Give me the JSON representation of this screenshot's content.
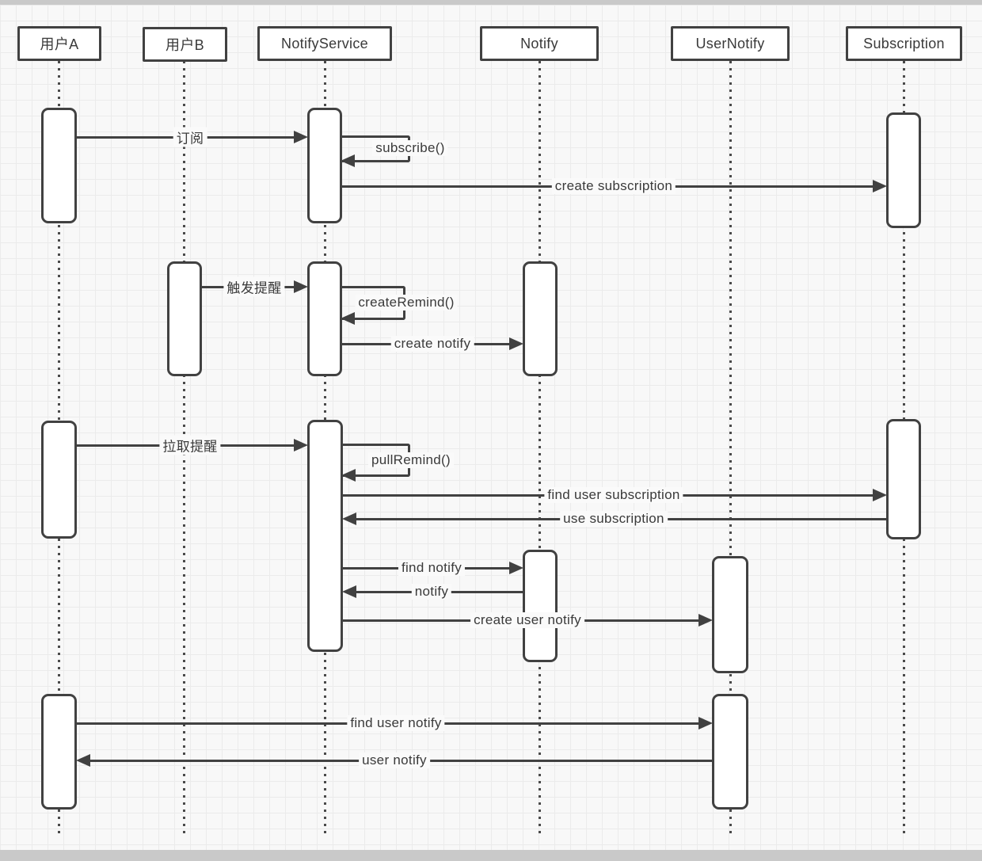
{
  "diagram": {
    "type": "uml-sequence",
    "participants": [
      {
        "id": "user-a",
        "label": "用户A"
      },
      {
        "id": "user-b",
        "label": "用户B"
      },
      {
        "id": "notify-service",
        "label": "NotifyService"
      },
      {
        "id": "notify",
        "label": "Notify"
      },
      {
        "id": "user-notify",
        "label": "UserNotify"
      },
      {
        "id": "subscription",
        "label": "Subscription"
      }
    ],
    "messages": [
      {
        "from": "用户A",
        "to": "NotifyService",
        "label": "订阅"
      },
      {
        "from": "NotifyService",
        "to": "NotifyService",
        "label": "subscribe()"
      },
      {
        "from": "NotifyService",
        "to": "Subscription",
        "label": "create subscription"
      },
      {
        "from": "用户B",
        "to": "NotifyService",
        "label": "触发提醒"
      },
      {
        "from": "NotifyService",
        "to": "NotifyService",
        "label": "createRemind()"
      },
      {
        "from": "NotifyService",
        "to": "Notify",
        "label": "create notify"
      },
      {
        "from": "用户A",
        "to": "NotifyService",
        "label": "拉取提醒"
      },
      {
        "from": "NotifyService",
        "to": "NotifyService",
        "label": "pullRemind()"
      },
      {
        "from": "NotifyService",
        "to": "Subscription",
        "label": "find user subscription"
      },
      {
        "from": "Subscription",
        "to": "NotifyService",
        "label": "use subscription"
      },
      {
        "from": "NotifyService",
        "to": "Notify",
        "label": "find notify"
      },
      {
        "from": "Notify",
        "to": "NotifyService",
        "label": "notify"
      },
      {
        "from": "NotifyService",
        "to": "UserNotify",
        "label": "create user notify"
      },
      {
        "from": "用户A",
        "to": "UserNotify",
        "label": "find user notify"
      },
      {
        "from": "UserNotify",
        "to": "用户A",
        "label": "user notify"
      }
    ],
    "colors": {
      "line": "#414141",
      "shape_fill": "#ffffff",
      "canvas": "#f8f8f8",
      "grid": "#ebebeb",
      "surround": "#c9c9c9"
    }
  }
}
